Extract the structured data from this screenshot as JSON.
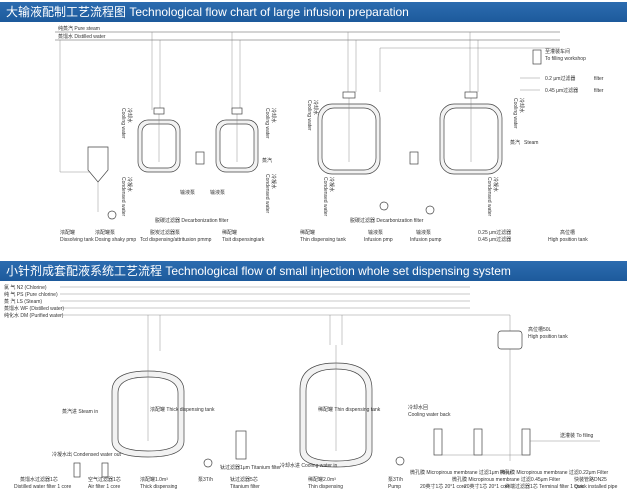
{
  "diagram1": {
    "title_cn": "大输液配制工艺流程图",
    "title_en": "Technological flow chart of large infusion preparation",
    "lines": {
      "pure_steam": "纯蒸汽  Pure steam",
      "distilled_water": "蒸馏水  Distilled water"
    },
    "to_filling": "至灌装车间",
    "to_filling_en": "To filling workshop",
    "filter1": "0.2 μm过滤器",
    "filter1_en": "filter",
    "filter2": "0.45 μm过滤器",
    "filter2_en": "filter",
    "cooling_water_cn": "冷却水",
    "cooling_water_en": "Cooling water",
    "condensed_cn": "冷凝水",
    "condensed_en": "Condensed water",
    "steam_cn": "蒸汽",
    "steam_en": "Steam",
    "decarb1": "脱碳过滤器 Decarbonization filter",
    "decarb2": "脱碳过滤器 Decarbonization filter",
    "pump_a": "输液泵",
    "pump_b": "输液泵",
    "filter_045_cn": "0.25 μm过滤器",
    "filter_045b_cn": "0.45 μm过滤器",
    "bottom_labels": [
      {
        "cn": "浓配罐",
        "en": "Dissolving tank"
      },
      {
        "cn": "浓配罐泵",
        "en": "Dosing shaky pmp"
      },
      {
        "cn": "脱炭过滤器泵",
        "en": "Tcd dispensing/attritusion pmmp"
      },
      {
        "cn": "稀配罐",
        "en": "Tisit dispensingiark"
      },
      {
        "cn": "稀配罐",
        "en": "Thin dispensing tank"
      },
      {
        "cn": "输液泵",
        "en": "Infusion pmp"
      },
      {
        "cn": "输液泵",
        "en": "Infusion pump"
      },
      {
        "cn": "高位槽",
        "en": "High position tank"
      }
    ]
  },
  "diagram2": {
    "title_cn": "小针剂成套配液系统工艺流程",
    "title_en": "Technological flow of small injection whole set dispensing system",
    "legend": [
      "氯    气 N2 (Chlorine)",
      "纯    气 PS   (Pure chlorine)",
      "蒸    汽 LS   (Steam)",
      "蒸馏水 WF   (Distilled water)",
      "纯化水 DM   (Purified water)"
    ],
    "high_tank_cn": "高位槽50L",
    "high_tank_en": "High position tank",
    "thick_tank": "浓配罐\nThick dispensing tank",
    "thin_tank": "稀配罐\nThin dispensing tank",
    "steam_in": "蒸汽进  Steam in",
    "condensed_out": "冷凝水出 Condensed water out",
    "cooling_back": "冷却水回",
    "cooling_back_en": "Cooling water back",
    "cooling_in": "冷却水进 Cooling water in",
    "titanium_filter": "钛过滤器1μm Titanium filter",
    "to_filling": "送灌装  To filing",
    "bottom_labels": [
      {
        "cn": "蒸馏水过滤器1芯",
        "en": "Distilled water filter 1 core"
      },
      {
        "cn": "空气过滤器1芯",
        "en": "Air filter 1 core"
      },
      {
        "cn": "浓配罐1.0m³",
        "en": "Thick dispensing"
      },
      {
        "cn": "泵3T/h",
        "en": ""
      },
      {
        "cn": "钛过滤器5芯",
        "en": "Titanium filter"
      },
      {
        "cn": "稀配罐2.0m³",
        "en": "Thin dispensing"
      },
      {
        "cn": "泵3T/h",
        "en": "Pump"
      },
      {
        "cn": "微孔膜 Micropirous membrane 过滤1μm Filter",
        "en": "20英寸1芯 20°1 core"
      },
      {
        "cn": "微孔膜 Micropirous membrane 过滤0.45μm Filter",
        "en": "20英寸1芯 20°1 core"
      },
      {
        "cn": "微孔膜 Micropirous membrane 过滤0.22μm Filter",
        "en": "终端过滤器1芯 Terminal filter 1 core"
      },
      {
        "cn": "快装管路DN25",
        "en": "Quick installed pipe"
      }
    ]
  }
}
